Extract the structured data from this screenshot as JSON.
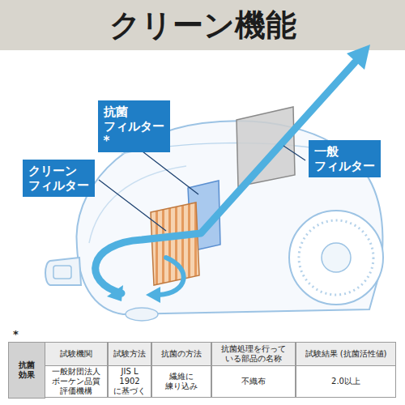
{
  "diagram": {
    "title": "クリーン機能",
    "nodes": [
      {
        "text": [
          "抗菌 フィルター*"
        ]
      },
      {
        "text": [
          "クリーン フィルター"
        ]
      },
      {
        "text": [
          "一般 フィルター"
        ]
      }
    ],
    "labels": [
      "*",
      "抗菌 効果",
      "試験機関",
      "試験方法",
      "抗菌の方法",
      "抗菌処理を行って いる部品の名称",
      "試験結果 (抗菌活性値)",
      "一般財団法人 ボーケン品質 評価機構",
      "JIS L 1902 に基づく",
      "繊維に 練り込み",
      "不織布",
      "2.0以上"
    ]
  }
}
